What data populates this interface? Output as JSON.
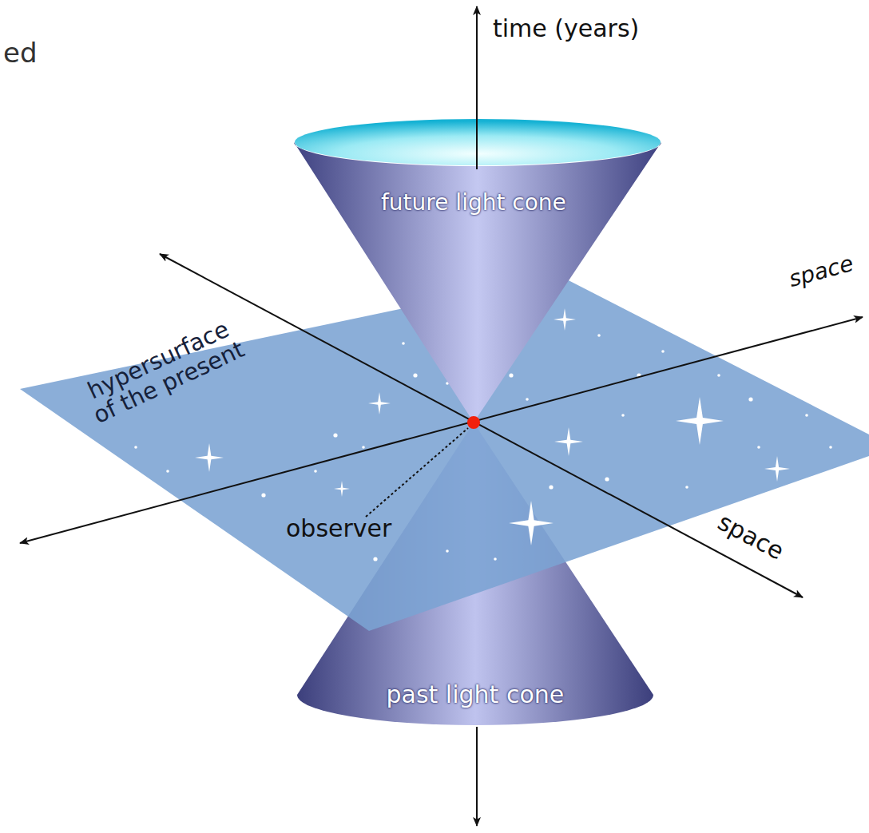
{
  "diagram": {
    "nodes": [
      {
        "text": [
          "future light cone"
        ]
      },
      {
        "text": [
          "hypersurface of the present"
        ]
      },
      {
        "text": [
          "past light cone"
        ]
      }
    ],
    "labels": [
      "ed",
      "time (years)",
      "space",
      "observer",
      "space"
    ]
  }
}
